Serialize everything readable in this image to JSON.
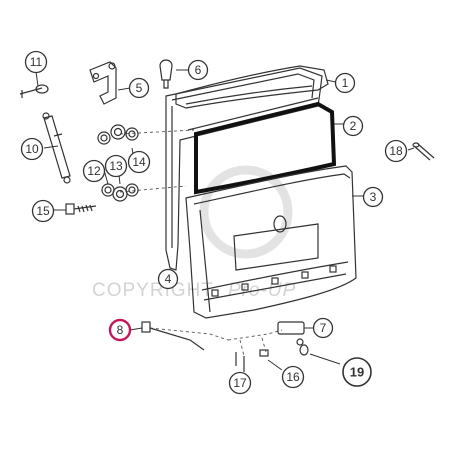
{
  "watermark": {
    "text": "COPYRIGHT",
    "brand": "Pro-UP",
    "symbol": "©"
  },
  "colors": {
    "line": "#333333",
    "highlight": "#c2185b",
    "watermark": "#d3d3d3",
    "background": "#ffffff"
  },
  "callouts": [
    {
      "id": "1",
      "label": "1"
    },
    {
      "id": "2",
      "label": "2"
    },
    {
      "id": "3",
      "label": "3"
    },
    {
      "id": "4",
      "label": "4"
    },
    {
      "id": "5",
      "label": "5"
    },
    {
      "id": "6",
      "label": "6"
    },
    {
      "id": "7",
      "label": "7"
    },
    {
      "id": "8",
      "label": "8",
      "highlighted": true
    },
    {
      "id": "10",
      "label": "10"
    },
    {
      "id": "11",
      "label": "11"
    },
    {
      "id": "12",
      "label": "12"
    },
    {
      "id": "13",
      "label": "13"
    },
    {
      "id": "14",
      "label": "14"
    },
    {
      "id": "15",
      "label": "15"
    },
    {
      "id": "16",
      "label": "16"
    },
    {
      "id": "17",
      "label": "17"
    },
    {
      "id": "18",
      "label": "18"
    },
    {
      "id": "19",
      "label": "19",
      "bold": true
    }
  ]
}
